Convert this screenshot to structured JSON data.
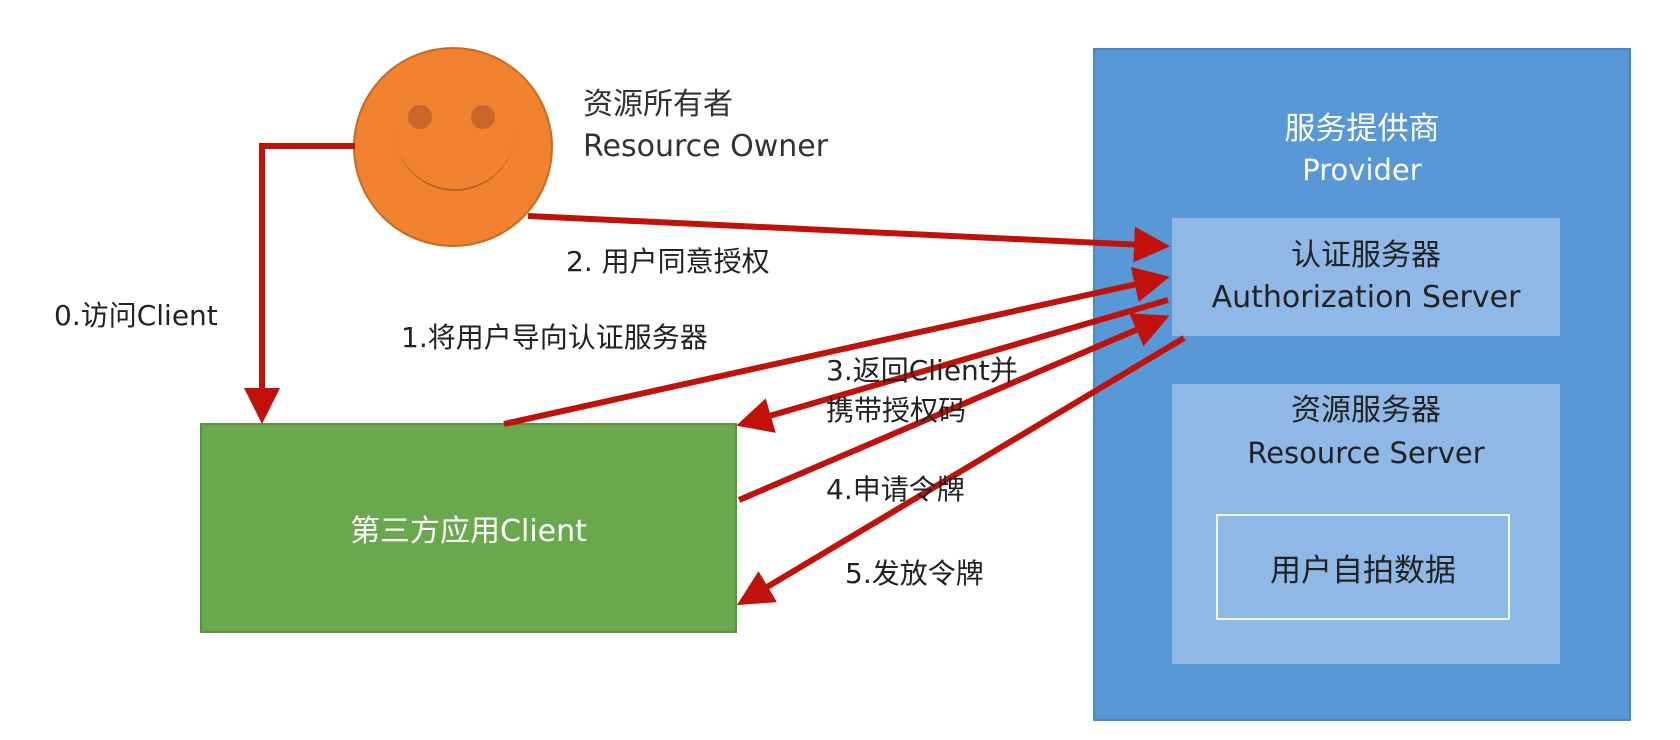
{
  "resource_owner": {
    "title_cn": "资源所有者",
    "title_en": "Resource Owner"
  },
  "client": {
    "label": "第三方应用Client"
  },
  "provider": {
    "title_cn": "服务提供商",
    "title_en": "Provider",
    "auth_server": {
      "title_cn": "认证服务器",
      "title_en": "Authorization Server"
    },
    "resource_server": {
      "title_cn": "资源服务器",
      "title_en": "Resource Server",
      "data_label": "用户自拍数据"
    }
  },
  "steps": {
    "s0": "0.访问Client",
    "s1": "1.将用户导向认证服务器",
    "s2": "2. 用户同意授权",
    "s3_line1": "3.返回Client并",
    "s3_line2": "携带授权码",
    "s4": "4.申请令牌",
    "s5": "5.发放令牌"
  },
  "colors": {
    "arrow": "#c0120b",
    "owner": "#f0822f",
    "client": "#6aa84f",
    "provider": "#5898d6",
    "inner_box": "#90b8e6"
  },
  "icons": {
    "owner": "smiley-face-icon"
  }
}
